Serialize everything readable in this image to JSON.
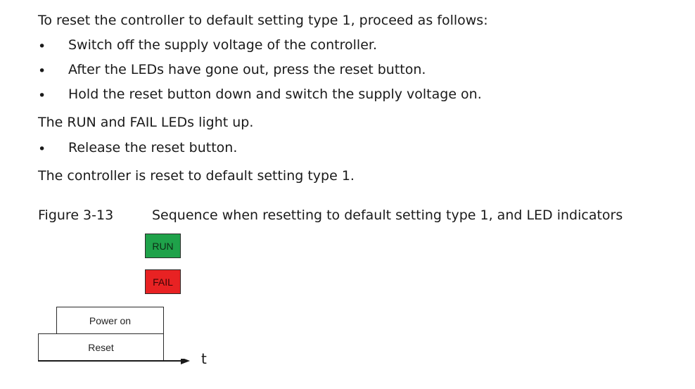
{
  "intro": "To reset the controller to default setting type 1, proceed as follows:",
  "steps_a": [
    "Switch off the supply voltage of the controller.",
    "After the LEDs have gone out, press the reset button.",
    "Hold the reset button down and switch the supply voltage on."
  ],
  "note": "The RUN and FAIL LEDs light up.",
  "steps_b": [
    "Release the reset button."
  ],
  "result": "The controller is reset to default setting type 1.",
  "bullet_glyph": "•",
  "figure": {
    "label": "Figure 3-13",
    "caption": "Sequence when resetting to default setting type 1, and LED indicators",
    "leds": {
      "run": "RUN",
      "fail": "FAIL"
    },
    "power_on": "Power on",
    "reset": "Reset",
    "time_axis": "t"
  },
  "colors": {
    "run_led": "#1fa24a",
    "fail_led": "#e82223"
  }
}
